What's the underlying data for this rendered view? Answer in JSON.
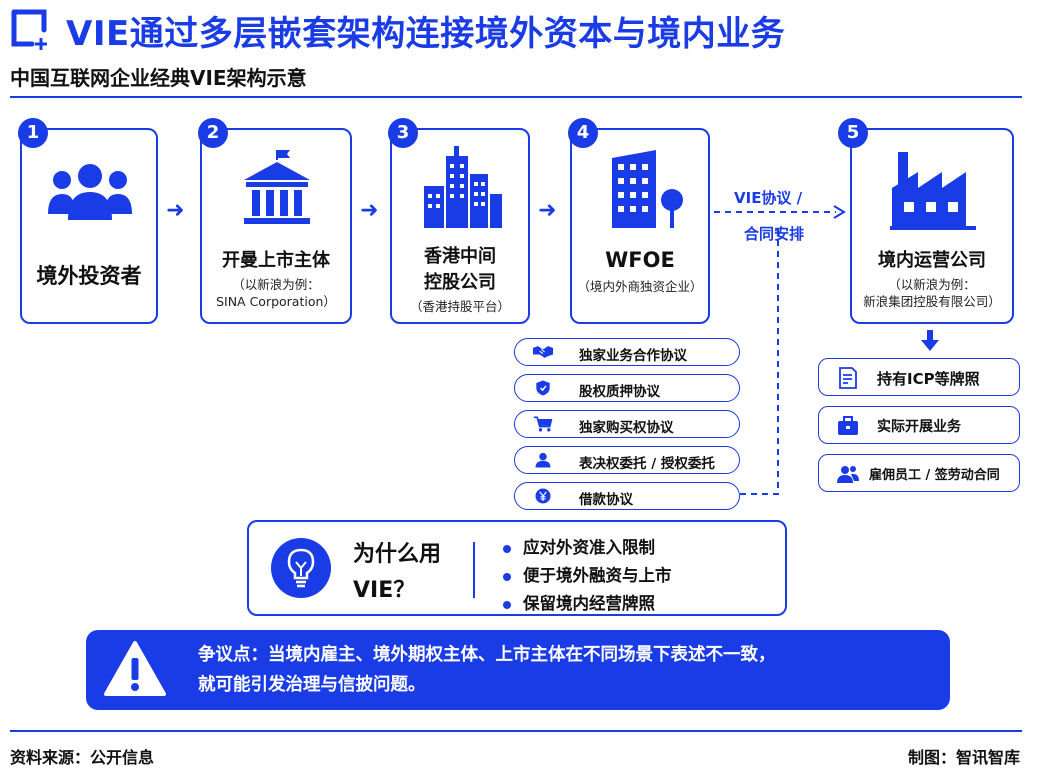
{
  "header": {
    "title": "VIE通过多层嵌套架构连接境外资本与境内业务",
    "subtitle": "中国互联网企业经典VIE架构示意"
  },
  "entities": [
    {
      "num": "1",
      "name": "境外投资者",
      "icon": "people-icon"
    },
    {
      "num": "2",
      "name": "开曼上市主体",
      "sub1": "（以新浪为例：",
      "sub2": "SINA Corporation）",
      "icon": "institution-icon"
    },
    {
      "num": "3",
      "name1": "香港中间",
      "name2": "控股公司",
      "sub1": "（香港持股平台）",
      "icon": "skyscrapers-icon"
    },
    {
      "num": "4",
      "name": "WFOE",
      "sub1": "（境内外商独资企业）",
      "icon": "office-tree-icon"
    },
    {
      "num": "5",
      "name": "境内运营公司",
      "sub1": "（以新浪为例：",
      "sub2": "新浪集团控股有限公司）",
      "icon": "factory-icon"
    }
  ],
  "vie_link": {
    "line1": "VIE协议 /",
    "line2": "合同安排"
  },
  "contracts": [
    {
      "label": "独家业务合作协议",
      "icon": "handshake-icon"
    },
    {
      "label": "股权质押协议",
      "icon": "shield-icon"
    },
    {
      "label": "独家购买权协议",
      "icon": "cart-icon"
    },
    {
      "label": "表决权委托 / 授权委托",
      "icon": "person-icon"
    },
    {
      "label": "借款协议",
      "icon": "yuan-coin-icon"
    }
  ],
  "capabilities": [
    {
      "label": "持有ICP等牌照",
      "icon": "license-document-icon"
    },
    {
      "label": "实际开展业务",
      "icon": "briefcase-icon"
    },
    {
      "label": "雇佣员工 / 签劳动合同",
      "icon": "employees-icon"
    }
  ],
  "why": {
    "q1": "为什么用",
    "q2": "VIE？",
    "reasons": [
      "应对外资准入限制",
      "便于境外融资与上市",
      "保留境内经营牌照"
    ]
  },
  "controversy": {
    "line1": "争议点：当境内雇主、境外期权主体、上市主体在不同场景下表述不一致，",
    "line2": "就可能引发治理与信披问题。"
  },
  "footer": {
    "source": "资料来源：公开信息",
    "credit": "制图：智讯智库"
  },
  "colors": {
    "accent": "#1a3ce6"
  }
}
